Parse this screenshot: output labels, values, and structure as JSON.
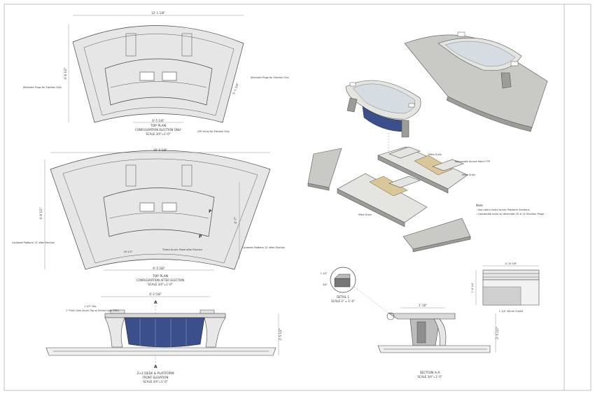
{
  "sheet": {
    "plan1": {
      "title": "TOP PLAN",
      "subtitle": "CONFIGURATION ELECTION ONLY",
      "scale": "SCALE 3/4\"=1'-0\"",
      "overall_dim": "12'-1 1/8\"",
      "depth_dim": "4'-6 1/2\"",
      "side_dim": "5'-1 3/4\"",
      "inner_dim": "6'-5 1/8\"",
      "label_left": "Alternate Plugs for Election Only",
      "label_right": "Alternate Plugs for Election Only",
      "label_led": "LED Array for Election Only"
    },
    "plan2": {
      "title": "TOP PLAN",
      "subtitle": "CONFIGURATION AFTER ELECTION",
      "scale": "SCALE 3/4\"=1'-0\"",
      "overall_dim": "15'-2 1/8\"",
      "depth_dim": "4'-6 1/2\"",
      "side_dim": "4'-7\"",
      "inner_dim": "6'-5 3/8\"",
      "small_dim": "16 1/2\"",
      "label_left": "Cantered Platform 12' after Election",
      "label_right": "Cantered Platform 12' after Election",
      "label_center": "Tinted Acrylic Panel after Election",
      "section_marker": "P"
    },
    "elevation": {
      "title": "2+2 DESK & PLATFORM",
      "subtitle": "FRONT ELEVATION",
      "scale": "SCALE 3/4\"=1'-0\"",
      "section_marker": "A",
      "overall_dim": "6'-2 5/8\"",
      "height_dim": "2'-5 1/2\"",
      "label_left": "1\" Thick Clear Acrylic Top w/ Etched Logo (TBD)",
      "small_dim_top": "1 1/2\" Dia."
    },
    "isometric": {
      "label_grain1": "Mitre Grain",
      "label_grain2": "Mitre Grain",
      "label_hatch": "Removable Access Hatch TYP",
      "label_grain3": "Mitre Grain",
      "notes_title": "Note:",
      "notes": [
        "- Use rotary locks to Join Platform Sections",
        "- Coordinate locks w/ Alternate CE & CL Election Plugs"
      ]
    },
    "detail": {
      "title": "DETAIL 1",
      "scale": "SCALE 3\" = 1'-0\"",
      "dim_a": "1 1/2\"",
      "dim_b": "3/4\""
    },
    "section": {
      "title": "SECTION A-A",
      "scale": "SCALE 3/4\"=1'-0\"",
      "dim": "1'-10\"",
      "height_dim": "2'-5 1/2\""
    },
    "detail2": {
      "dim_w": "4'-10 5/8\"",
      "dim_h": "1'-6 1/4\"",
      "label": "1 1/4\" 45mm Chamf"
    }
  },
  "colors": {
    "acrylic_panel": "#3b4f8c",
    "line": "#3a3a3a",
    "iso_gray": "#c9c9c6",
    "wood": "#d9c79a"
  }
}
